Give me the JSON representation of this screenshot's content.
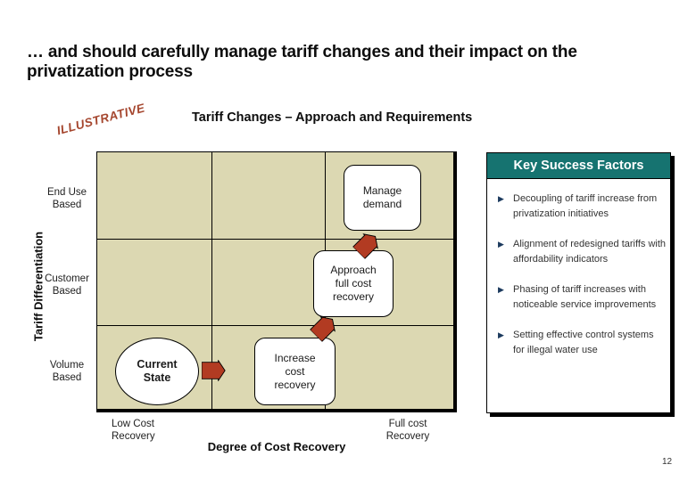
{
  "slide": {
    "title": "… and should carefully manage tariff changes and their impact on the privatization process",
    "stamp_label": "ILLUSTRATIVE",
    "subtitle": "Tariff Changes – Approach and Requirements",
    "page_number": "12"
  },
  "matrix": {
    "y_axis": {
      "title": "Tariff Differentiation",
      "labels": [
        "End Use Based",
        "Customer Based",
        "Volume Based"
      ]
    },
    "x_axis": {
      "title": "Degree of Cost Recovery",
      "min_label": "Low Cost Recovery",
      "max_label": "Full cost Recovery"
    },
    "nodes": [
      {
        "id": "current-state",
        "label": "Current State",
        "shape": "ellipse",
        "position": "volume-based / low-cost-recovery"
      },
      {
        "id": "increase-cost-recovery",
        "label": "Increase cost recovery",
        "shape": "rounded-rect",
        "position": "volume-based / mid-cost-recovery"
      },
      {
        "id": "approach-full-cost-recovery",
        "label": "Approach full cost recovery",
        "shape": "rounded-rect",
        "position": "customer-based / high-cost-recovery"
      },
      {
        "id": "manage-demand",
        "label": "Manage demand",
        "shape": "rounded-rect",
        "position": "end-use-based / full-cost-recovery"
      }
    ],
    "arrows": [
      {
        "from": "current-state",
        "to": "increase-cost-recovery",
        "direction": "right"
      },
      {
        "from": "increase-cost-recovery",
        "to": "approach-full-cost-recovery",
        "direction": "up-right"
      },
      {
        "from": "approach-full-cost-recovery",
        "to": "manage-demand",
        "direction": "up-right"
      }
    ]
  },
  "key_success_factors": {
    "title": "Key Success Factors",
    "items": [
      "Decoupling of tariff increase from privatization initiatives",
      "Alignment of redesigned tariffs with affordability indicators",
      "Phasing of tariff increases with noticeable service improvements",
      "Setting effective control systems for illegal water use"
    ]
  },
  "colors": {
    "matrix_fill": "#dcd8b2",
    "panel_header_teal": "#167370",
    "arrow_red": "#b23b22",
    "stamp_red": "#a5462e",
    "bullet_navy": "#1c3a5e"
  }
}
